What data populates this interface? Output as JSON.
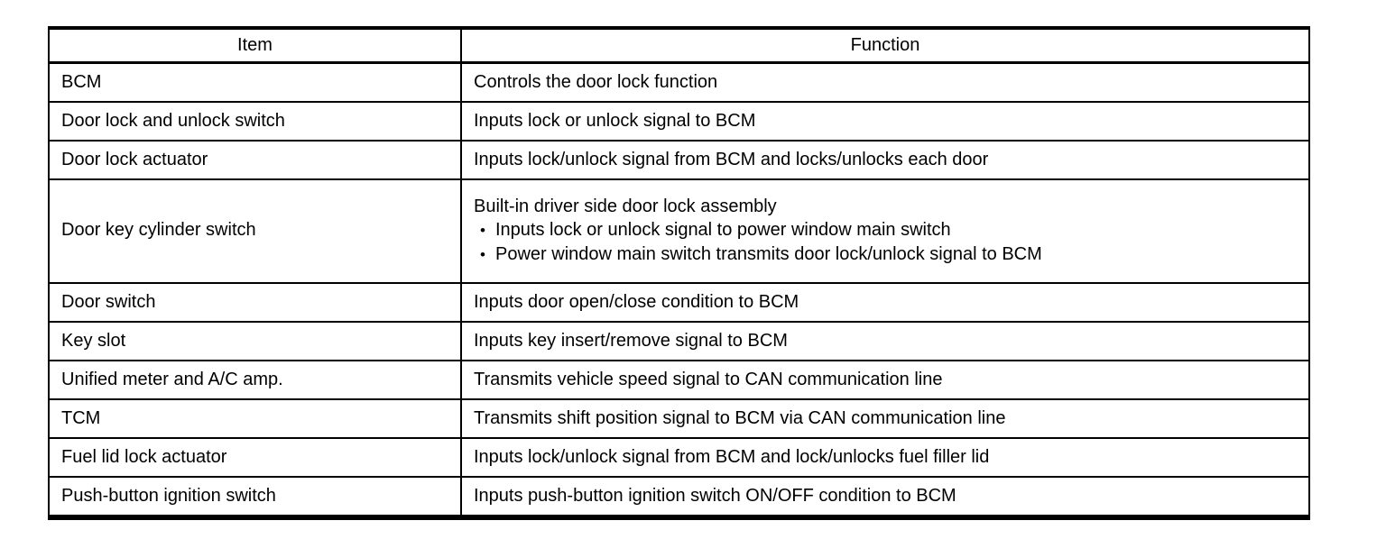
{
  "table": {
    "bullet": "•",
    "columns": [
      {
        "label": "Item"
      },
      {
        "label": "Function"
      }
    ],
    "rows": [
      {
        "item": "BCM",
        "function": "Controls the door lock function"
      },
      {
        "item": "Door lock and unlock switch",
        "function": "Inputs lock or unlock signal to BCM"
      },
      {
        "item": "Door lock actuator",
        "function": "Inputs lock/unlock signal from BCM and locks/unlocks each door"
      },
      {
        "item": "Door key cylinder switch",
        "function_intro": "Built-in driver side door lock assembly",
        "function_bullets": [
          "Inputs lock or unlock signal to power window main switch",
          "Power window main switch transmits door lock/unlock signal to BCM"
        ]
      },
      {
        "item": "Door switch",
        "function": "Inputs door open/close condition to BCM"
      },
      {
        "item": "Key slot",
        "function": "Inputs key insert/remove signal to BCM"
      },
      {
        "item": "Unified meter and A/C amp.",
        "function": "Transmits vehicle speed signal to CAN communication line"
      },
      {
        "item": "TCM",
        "function": "Transmits shift position signal to BCM via CAN communication line"
      },
      {
        "item": "Fuel lid lock actuator",
        "function": "Inputs lock/unlock signal from BCM and lock/unlocks fuel filler lid"
      },
      {
        "item": "Push-button ignition switch",
        "function": "Inputs push-button ignition switch ON/OFF condition to BCM"
      }
    ]
  }
}
